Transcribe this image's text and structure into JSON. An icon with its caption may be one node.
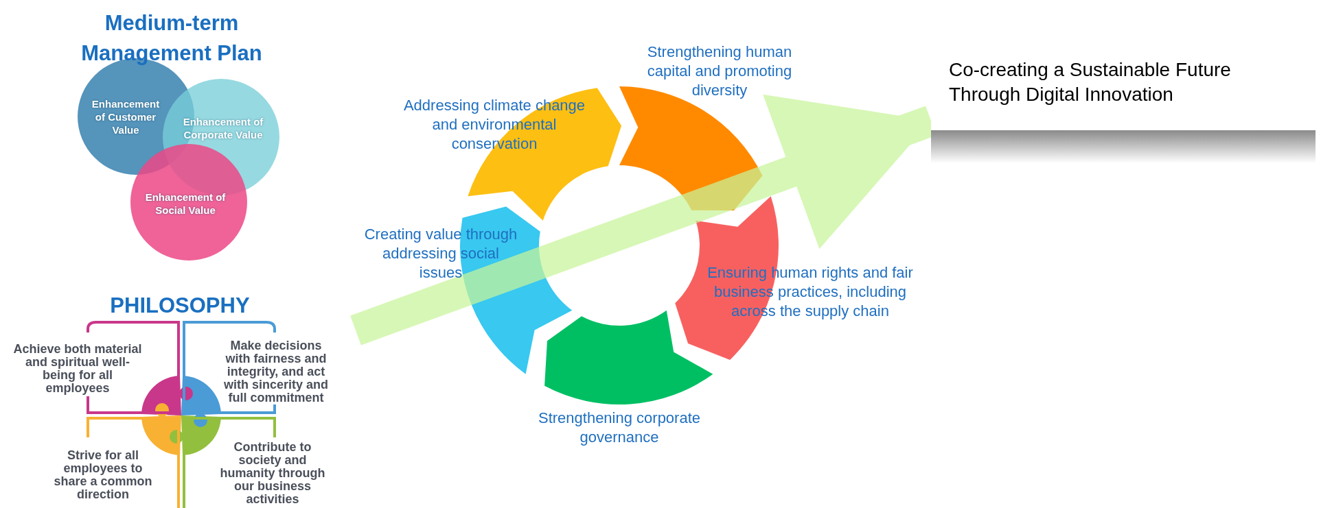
{
  "diagram": {
    "nodes": [
      {
        "text": [
          "Enhancement of Customer Value"
        ]
      },
      {
        "text": [
          "Enhancement of Corporate Value"
        ]
      },
      {
        "text": [
          "Enhancement of Social Value"
        ]
      },
      {
        "text": [
          "Achieve both material and spiritual well-being for all employees"
        ]
      },
      {
        "text": [
          "Make decisions with fairness and integrity, and act with sincerity and full commitment"
        ]
      },
      {
        "text": [
          "Strive for all employees to share a common direction"
        ]
      },
      {
        "text": [
          "Contribute to society and humanity through our business activities"
        ]
      },
      {
        "text": [],
        "shape": "arrow",
        "beside": [
          "Addressing climate change and environmental conservation"
        ]
      },
      {
        "text": [],
        "shape": "arrow",
        "beside": [
          "Strengthening human capital and promoting diversity"
        ]
      },
      {
        "text": [],
        "shape": "arrow",
        "beside": [
          "Ensuring human rights and fair business practices, including across the supply chain"
        ]
      },
      {
        "text": [],
        "shape": "arrow",
        "beside": [
          "Strengthening corporate governance"
        ]
      },
      {
        "text": [],
        "shape": "arrow",
        "beside": [
          "Creating value through addressing social issues"
        ]
      },
      {
        "text": [
          "Co-creating a Sustainable Future Through Digital Innovation"
        ]
      }
    ],
    "edges": [
      {
        "from": null,
        "to": 12,
        "arrow": "to"
      }
    ],
    "labels": [
      "Medium-term Management Plan",
      "PHILOSOPHY"
    ]
  }
}
